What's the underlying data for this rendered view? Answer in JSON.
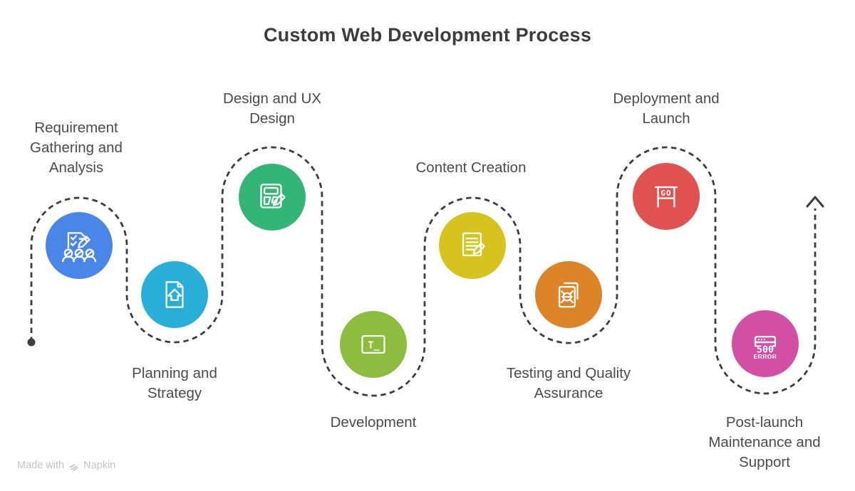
{
  "title": "Custom Web Development Process",
  "path_color": "#3d3d3d",
  "steps": [
    {
      "label": "Requirement Gathering and Analysis",
      "color": "#4a86e8",
      "icon": "requirements-checklist-icon"
    },
    {
      "label": "Planning and Strategy",
      "color": "#29aed8",
      "icon": "document-upload-icon"
    },
    {
      "label": "Design and UX Design",
      "color": "#33b577",
      "icon": "wireframe-design-icon"
    },
    {
      "label": "Development",
      "color": "#8cbd3f",
      "icon": "terminal-icon",
      "icon_text": "T_"
    },
    {
      "label": "Content Creation",
      "color": "#d7c31d",
      "icon": "document-pencil-icon"
    },
    {
      "label": "Testing and Quality Assurance",
      "color": "#dc8428",
      "icon": "bug-report-icon"
    },
    {
      "label": "Deployment and Launch",
      "color": "#e05252",
      "icon": "go-sign-icon",
      "icon_text": "GO"
    },
    {
      "label": "Post-launch Maintenance and Support",
      "color": "#d24fa6",
      "icon": "error-500-icon",
      "icon_text": "500",
      "icon_subtext": "ERROR"
    }
  ],
  "watermark": {
    "prefix": "Made with",
    "brand": "Napkin"
  }
}
